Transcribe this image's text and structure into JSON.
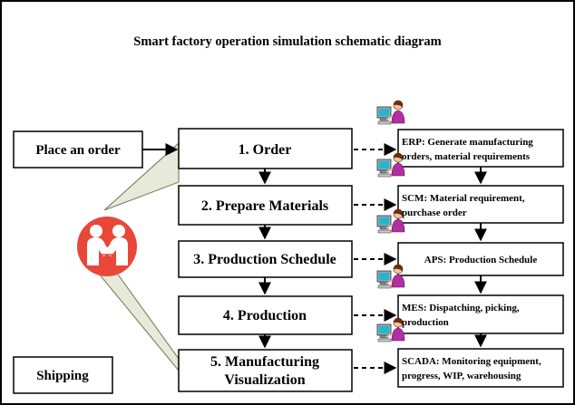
{
  "title": "Smart factory operation simulation schematic diagram",
  "left_labels": {
    "order": "Place an order",
    "ship": "Shipping"
  },
  "steps": [
    {
      "line1": "1. Order"
    },
    {
      "line1": "2. Prepare Materials"
    },
    {
      "line1": "3. Production Schedule"
    },
    {
      "line1": "4. Production"
    },
    {
      "line1": "5. Manufacturing",
      "line2": "Visualization"
    }
  ],
  "systems": [
    {
      "line1": "ERP: Generate manufacturing",
      "line2": "orders, material requirements"
    },
    {
      "line1": "SCM: Material requirement,",
      "line2": "purchase order"
    },
    {
      "line1": "APS: Production Schedule"
    },
    {
      "line1": "MES: Dispatching, picking,",
      "line2": "production"
    },
    {
      "line1": "SCADA: Monitoring equipment,",
      "line2": "progress, WIP, warehousing"
    }
  ],
  "icons": {
    "handshake": "handshake-icon",
    "operator": "operator-at-computer-icon"
  },
  "colors": {
    "handshake_fill": "#e8473a",
    "callout_fill": "#e7eadb",
    "callout_stroke": "#7d8a63"
  }
}
